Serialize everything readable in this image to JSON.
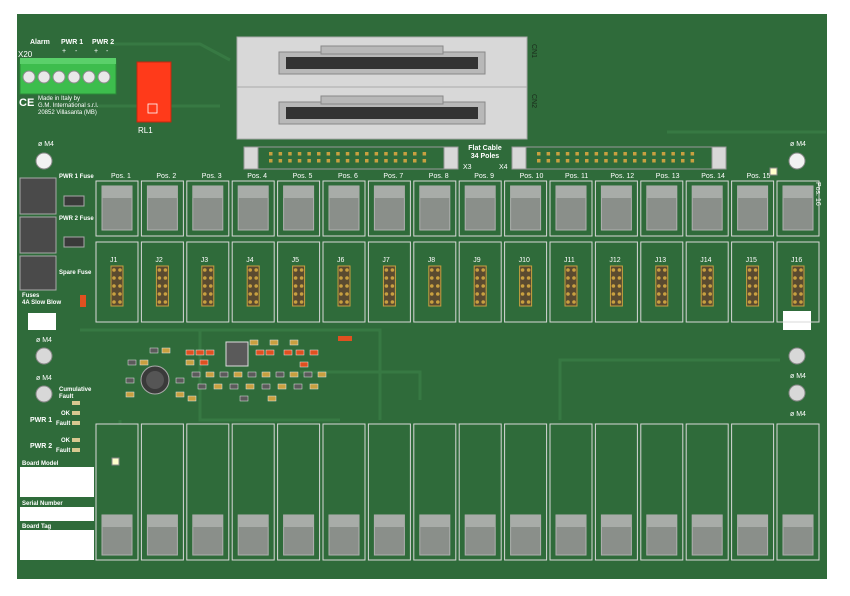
{
  "connector_terminal": {
    "designator": "X20",
    "labels": [
      "Alarm",
      "PWR 1",
      "PWR 2"
    ],
    "polarity": [
      "+",
      "-",
      "+",
      "-"
    ]
  },
  "manufacturer": {
    "mark": "CE",
    "line1": "Made in Italy by",
    "line2": "G.M. International s.r.l.",
    "line3": "20852 Villasanta (MB)"
  },
  "relay": {
    "designator": "RL1"
  },
  "connectors": {
    "cn1": "CN1",
    "cn2": "CN2"
  },
  "flat_cable": {
    "line1": "Flat Cable",
    "line2": "34 Poles",
    "x3": "X3",
    "x4": "X4"
  },
  "mounting": {
    "label": "ø M4"
  },
  "fuses": {
    "pwr1": "PWR 1 Fuse",
    "pwr2": "PWR 2 Fuse",
    "spare": "Spare Fuse",
    "note1": "Fuses",
    "note2": "4A Slow Blow"
  },
  "positions": [
    "Pos. 1",
    "Pos. 2",
    "Pos. 3",
    "Pos. 4",
    "Pos. 5",
    "Pos. 6",
    "Pos. 7",
    "Pos. 8",
    "Pos. 9",
    "Pos. 10",
    "Pos. 11",
    "Pos. 12",
    "Pos. 13",
    "Pos. 14",
    "Pos. 15",
    "Pos. 16"
  ],
  "jumpers": [
    "J1",
    "J2",
    "J3",
    "J4",
    "J5",
    "J6",
    "J7",
    "J8",
    "J9",
    "J10",
    "J11",
    "J12",
    "J13",
    "J14",
    "J15",
    "J16"
  ],
  "status": {
    "cumulative_line1": "Cumulative",
    "cumulative_line2": "Fault",
    "pwr1": "PWR 1",
    "pwr2": "PWR 2",
    "ok": "OK",
    "fault": "Fault"
  },
  "info_labels": {
    "model": "Board Model",
    "serial": "Serial Number",
    "tag": "Board Tag"
  },
  "colors": {
    "board": "#2f6b3a",
    "board_dark": "#275c31",
    "trace": "#3a7a45",
    "terminal": "#3dbd4d",
    "relay": "#ff3a1a",
    "connector_body": "#d8d8d8",
    "pin": "#c8a040",
    "slot": "#8a8f8a"
  }
}
